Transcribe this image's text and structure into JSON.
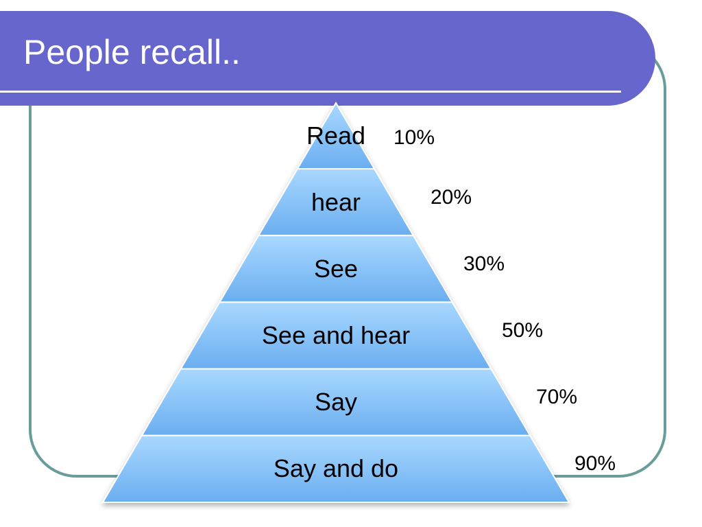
{
  "slide": {
    "title": "People recall..",
    "colors": {
      "title_bar": "#6666cc",
      "frame": "#6a9c9c",
      "tier_top": "#a9d8ff",
      "tier_bottom": "#6aaef0",
      "tier_border": "#ffffff"
    }
  },
  "pyramid": {
    "tiers": [
      {
        "label": "Read",
        "percent": "10%"
      },
      {
        "label": "hear",
        "percent": "20%"
      },
      {
        "label": "See",
        "percent": "30%"
      },
      {
        "label": "See and hear",
        "percent": "50%"
      },
      {
        "label": "Say",
        "percent": "70%"
      },
      {
        "label": "Say and do",
        "percent": "90%"
      }
    ]
  }
}
